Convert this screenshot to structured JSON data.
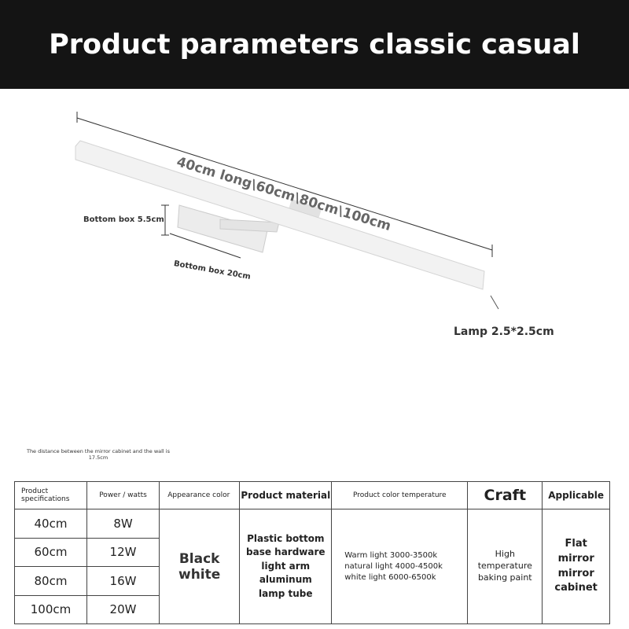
{
  "title": "Product parameters classic casual",
  "dims": {
    "length": "40cm long\\60cm\\80cm\\100cm",
    "box_height": "Bottom box 5.5cm",
    "box_width": "Bottom box 20cm",
    "lamp": "Lamp 2.5*2.5cm"
  },
  "distance_note": {
    "line1": "The distance between the mirror cabinet and the wall is",
    "line2": "17.5cm"
  },
  "table": {
    "headers": [
      "Product specifications",
      "Power / watts",
      "Appearance color",
      "Product material",
      "Product color temperature",
      "Craft",
      "Applicable"
    ],
    "rows": [
      {
        "size": "40cm",
        "power": "8W"
      },
      {
        "size": "60cm",
        "power": "12W"
      },
      {
        "size": "80cm",
        "power": "16W"
      },
      {
        "size": "100cm",
        "power": "20W"
      }
    ],
    "color": "Black white",
    "material": "Plastic bottom base hardware light arm aluminum lamp tube",
    "temperature": [
      "Warm light 3000-3500k",
      "natural light 4000-4500k",
      "white light 6000-6500k"
    ],
    "craft": "High temperature baking paint",
    "applicable": "Flat mirror mirror cabinet"
  }
}
